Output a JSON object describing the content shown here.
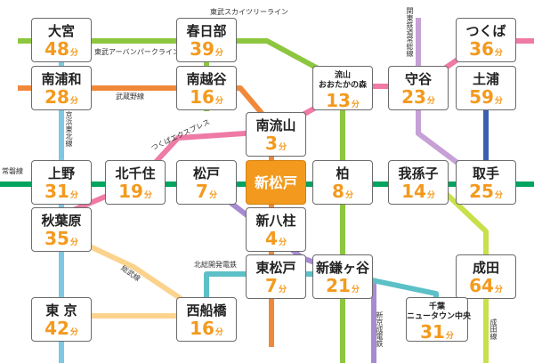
{
  "unit": "分",
  "colors": {
    "tobu": "#8dc63f",
    "musashino": "#f0883a",
    "keihin": "#7ec8e3",
    "tx": "#ee7aa5",
    "joban": "#00a35f",
    "hokuso": "#5cc0c7",
    "narita": "#c8e04a",
    "shinkeisei": "#a78bd0",
    "kanto": "#c6a0d6",
    "jobanrapid": "#3b5fb0",
    "sobu": "#fbd38d",
    "hub": "#f39a1e"
  },
  "line_labels": {
    "skytree": "東武スカイツリーライン",
    "urban_park": "東武アーバンパークライン",
    "musashino": "武蔵野線",
    "keihin_tohoku": "京浜東北線",
    "tx": "つくばエクスプレス",
    "joban": "常磐線",
    "kanto_railway": "関東鉄道常総線",
    "sobu": "総武線",
    "hokuso": "北総開発電鉄",
    "shin_keisei": "新京成電鉄",
    "narita": "成田線"
  },
  "stations": {
    "omiya": {
      "name": "大宮",
      "minutes": "48"
    },
    "kasukabe": {
      "name": "春日部",
      "minutes": "39"
    },
    "tsukuba": {
      "name": "つくば",
      "minutes": "36"
    },
    "minamiurawa": {
      "name": "南浦和",
      "minutes": "28"
    },
    "minamikoshigaya": {
      "name": "南越谷",
      "minutes": "16"
    },
    "nagareyama_otakanomori": {
      "name": "流山おおたかの森",
      "name_line1": "流山",
      "name_line2": "おおたかの森",
      "minutes": "13"
    },
    "moriya": {
      "name": "守谷",
      "minutes": "23"
    },
    "tsuchiura": {
      "name": "土浦",
      "minutes": "59"
    },
    "minaminagareyama": {
      "name": "南流山",
      "minutes": "3"
    },
    "ueno": {
      "name": "上野",
      "minutes": "31"
    },
    "kitasenju": {
      "name": "北千住",
      "minutes": "19"
    },
    "matsudo": {
      "name": "松戸",
      "minutes": "7"
    },
    "shinmatsudo": {
      "name": "新松戸"
    },
    "kashiwa": {
      "name": "柏",
      "minutes": "8"
    },
    "abiko": {
      "name": "我孫子",
      "minutes": "14"
    },
    "toride": {
      "name": "取手",
      "minutes": "25"
    },
    "akihabara": {
      "name": "秋葉原",
      "minutes": "35"
    },
    "shinyahashira": {
      "name": "新八柱",
      "minutes": "4"
    },
    "higashimatsudo": {
      "name": "東松戸",
      "minutes": "7"
    },
    "shinkamagaya": {
      "name": "新鎌ヶ谷",
      "minutes": "21"
    },
    "narita": {
      "name": "成田",
      "minutes": "64"
    },
    "tokyo": {
      "name": "東 京",
      "minutes": "42"
    },
    "nishifunabashi": {
      "name": "西船橋",
      "minutes": "16"
    },
    "chiba_nt_chuo": {
      "name": "千葉ニュータウン中央",
      "name_line1": "千葉",
      "name_line2": "ニュータウン中央",
      "minutes": "31"
    }
  }
}
